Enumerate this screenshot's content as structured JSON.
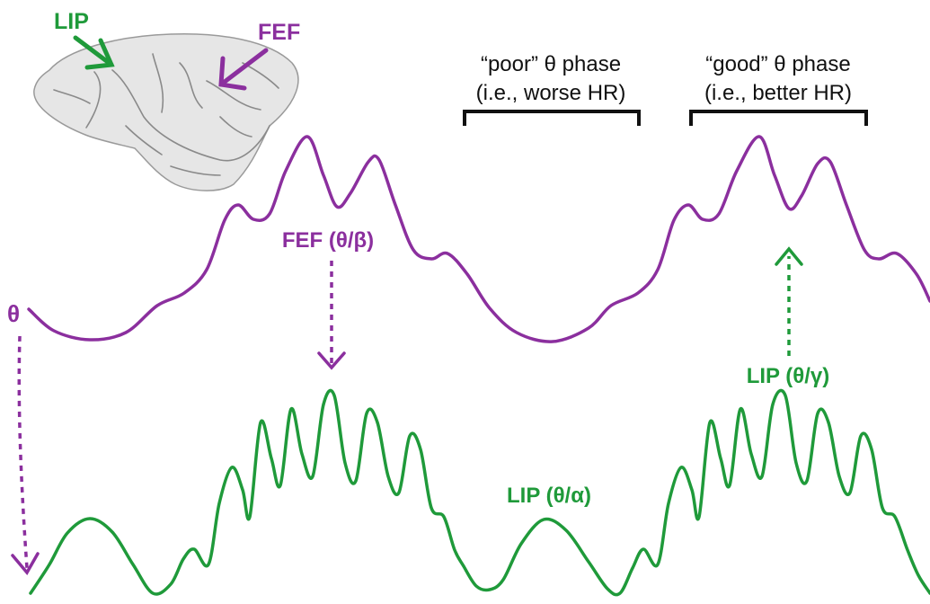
{
  "colors": {
    "fef": "#8b2f9e",
    "lip": "#1f9a3a",
    "bracket": "#111111",
    "brain_fill": "#e6e6e6",
    "brain_sulci": "#8a8a8a"
  },
  "brain": {
    "lip_label": "LIP",
    "fef_label": "FEF"
  },
  "phases": {
    "poor": {
      "line1": "“poor” θ phase",
      "line2": "(i.e., worse HR)"
    },
    "good": {
      "line1": "“good” θ phase",
      "line2": "(i.e., better HR)"
    }
  },
  "labels": {
    "theta": "θ",
    "fef_coupling": "FEF (θ/β)",
    "lip_alpha": "LIP (θ/α)",
    "lip_gamma": "LIP (θ/γ)"
  },
  "icons": {
    "brain": "monkey-brain-icon",
    "arrow": "arrow-icon"
  }
}
